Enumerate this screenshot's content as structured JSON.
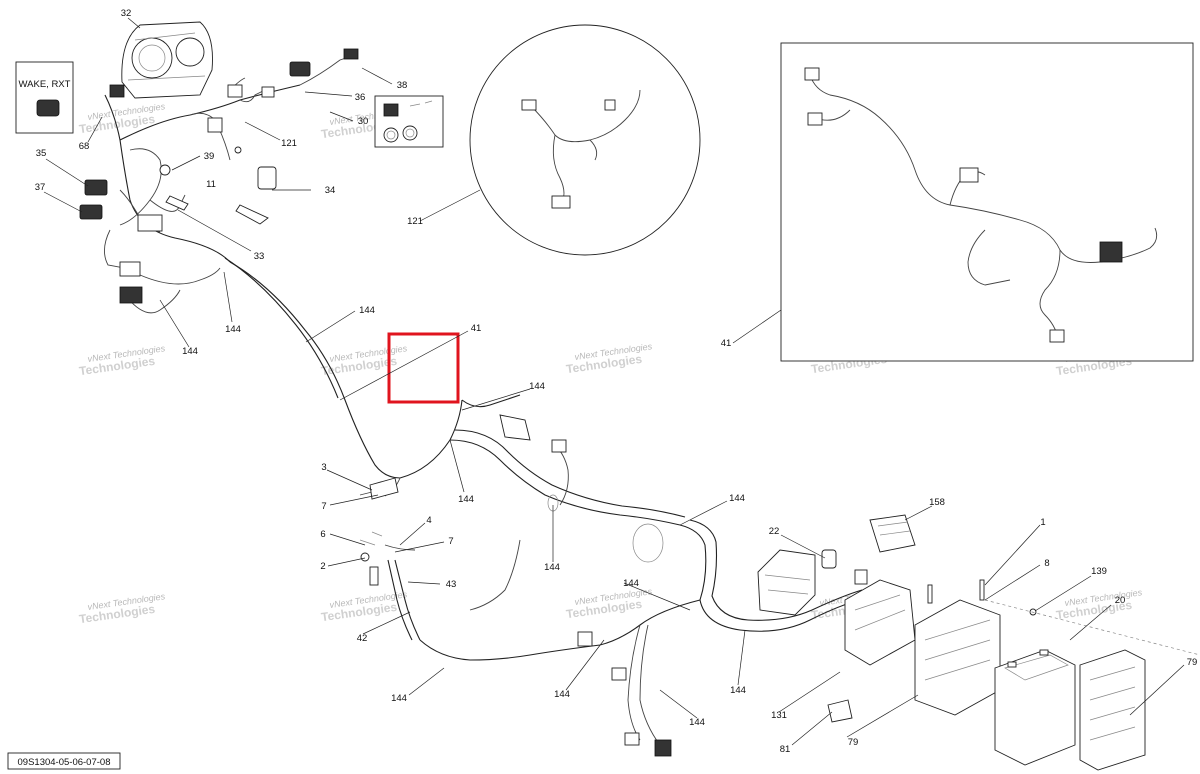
{
  "figure_code": "09S1304-05-06-07-08",
  "inset_box_label": "WAKE, RXT",
  "callouts": [
    {
      "id": "c32",
      "text": "32"
    },
    {
      "id": "c38",
      "text": "38"
    },
    {
      "id": "c36",
      "text": "36"
    },
    {
      "id": "c30",
      "text": "30"
    },
    {
      "id": "c121a",
      "text": "121"
    },
    {
      "id": "c68",
      "text": "68"
    },
    {
      "id": "c35",
      "text": "35"
    },
    {
      "id": "c39",
      "text": "39"
    },
    {
      "id": "c11",
      "text": "11"
    },
    {
      "id": "c37",
      "text": "37"
    },
    {
      "id": "c34",
      "text": "34"
    },
    {
      "id": "c33",
      "text": "33"
    },
    {
      "id": "c121b",
      "text": "121"
    },
    {
      "id": "c144a",
      "text": "144"
    },
    {
      "id": "c144b",
      "text": "144"
    },
    {
      "id": "c144c",
      "text": "144"
    },
    {
      "id": "c41a",
      "text": "41"
    },
    {
      "id": "c144d",
      "text": "144"
    },
    {
      "id": "c41b",
      "text": "41"
    },
    {
      "id": "c3",
      "text": "3"
    },
    {
      "id": "c7a",
      "text": "7"
    },
    {
      "id": "c144e",
      "text": "144"
    },
    {
      "id": "c144f",
      "text": "144"
    },
    {
      "id": "c158",
      "text": "158"
    },
    {
      "id": "c4",
      "text": "4"
    },
    {
      "id": "c6",
      "text": "6"
    },
    {
      "id": "c7b",
      "text": "7"
    },
    {
      "id": "c22",
      "text": "22"
    },
    {
      "id": "c1",
      "text": "1"
    },
    {
      "id": "c8",
      "text": "8"
    },
    {
      "id": "c2",
      "text": "2"
    },
    {
      "id": "c43",
      "text": "43"
    },
    {
      "id": "c144g",
      "text": "144"
    },
    {
      "id": "c139",
      "text": "139"
    },
    {
      "id": "c20",
      "text": "20"
    },
    {
      "id": "c79a",
      "text": "79"
    },
    {
      "id": "c42",
      "text": "42"
    },
    {
      "id": "c144h",
      "text": "144"
    },
    {
      "id": "c144i",
      "text": "144"
    },
    {
      "id": "c144j",
      "text": "144"
    },
    {
      "id": "c131",
      "text": "131"
    },
    {
      "id": "c144k",
      "text": "144"
    },
    {
      "id": "c79b",
      "text": "79"
    },
    {
      "id": "c81",
      "text": "81"
    }
  ],
  "watermark": {
    "line1": "vNext Technologies",
    "line2": "Technologies"
  },
  "highlight_color": "#e0141e"
}
